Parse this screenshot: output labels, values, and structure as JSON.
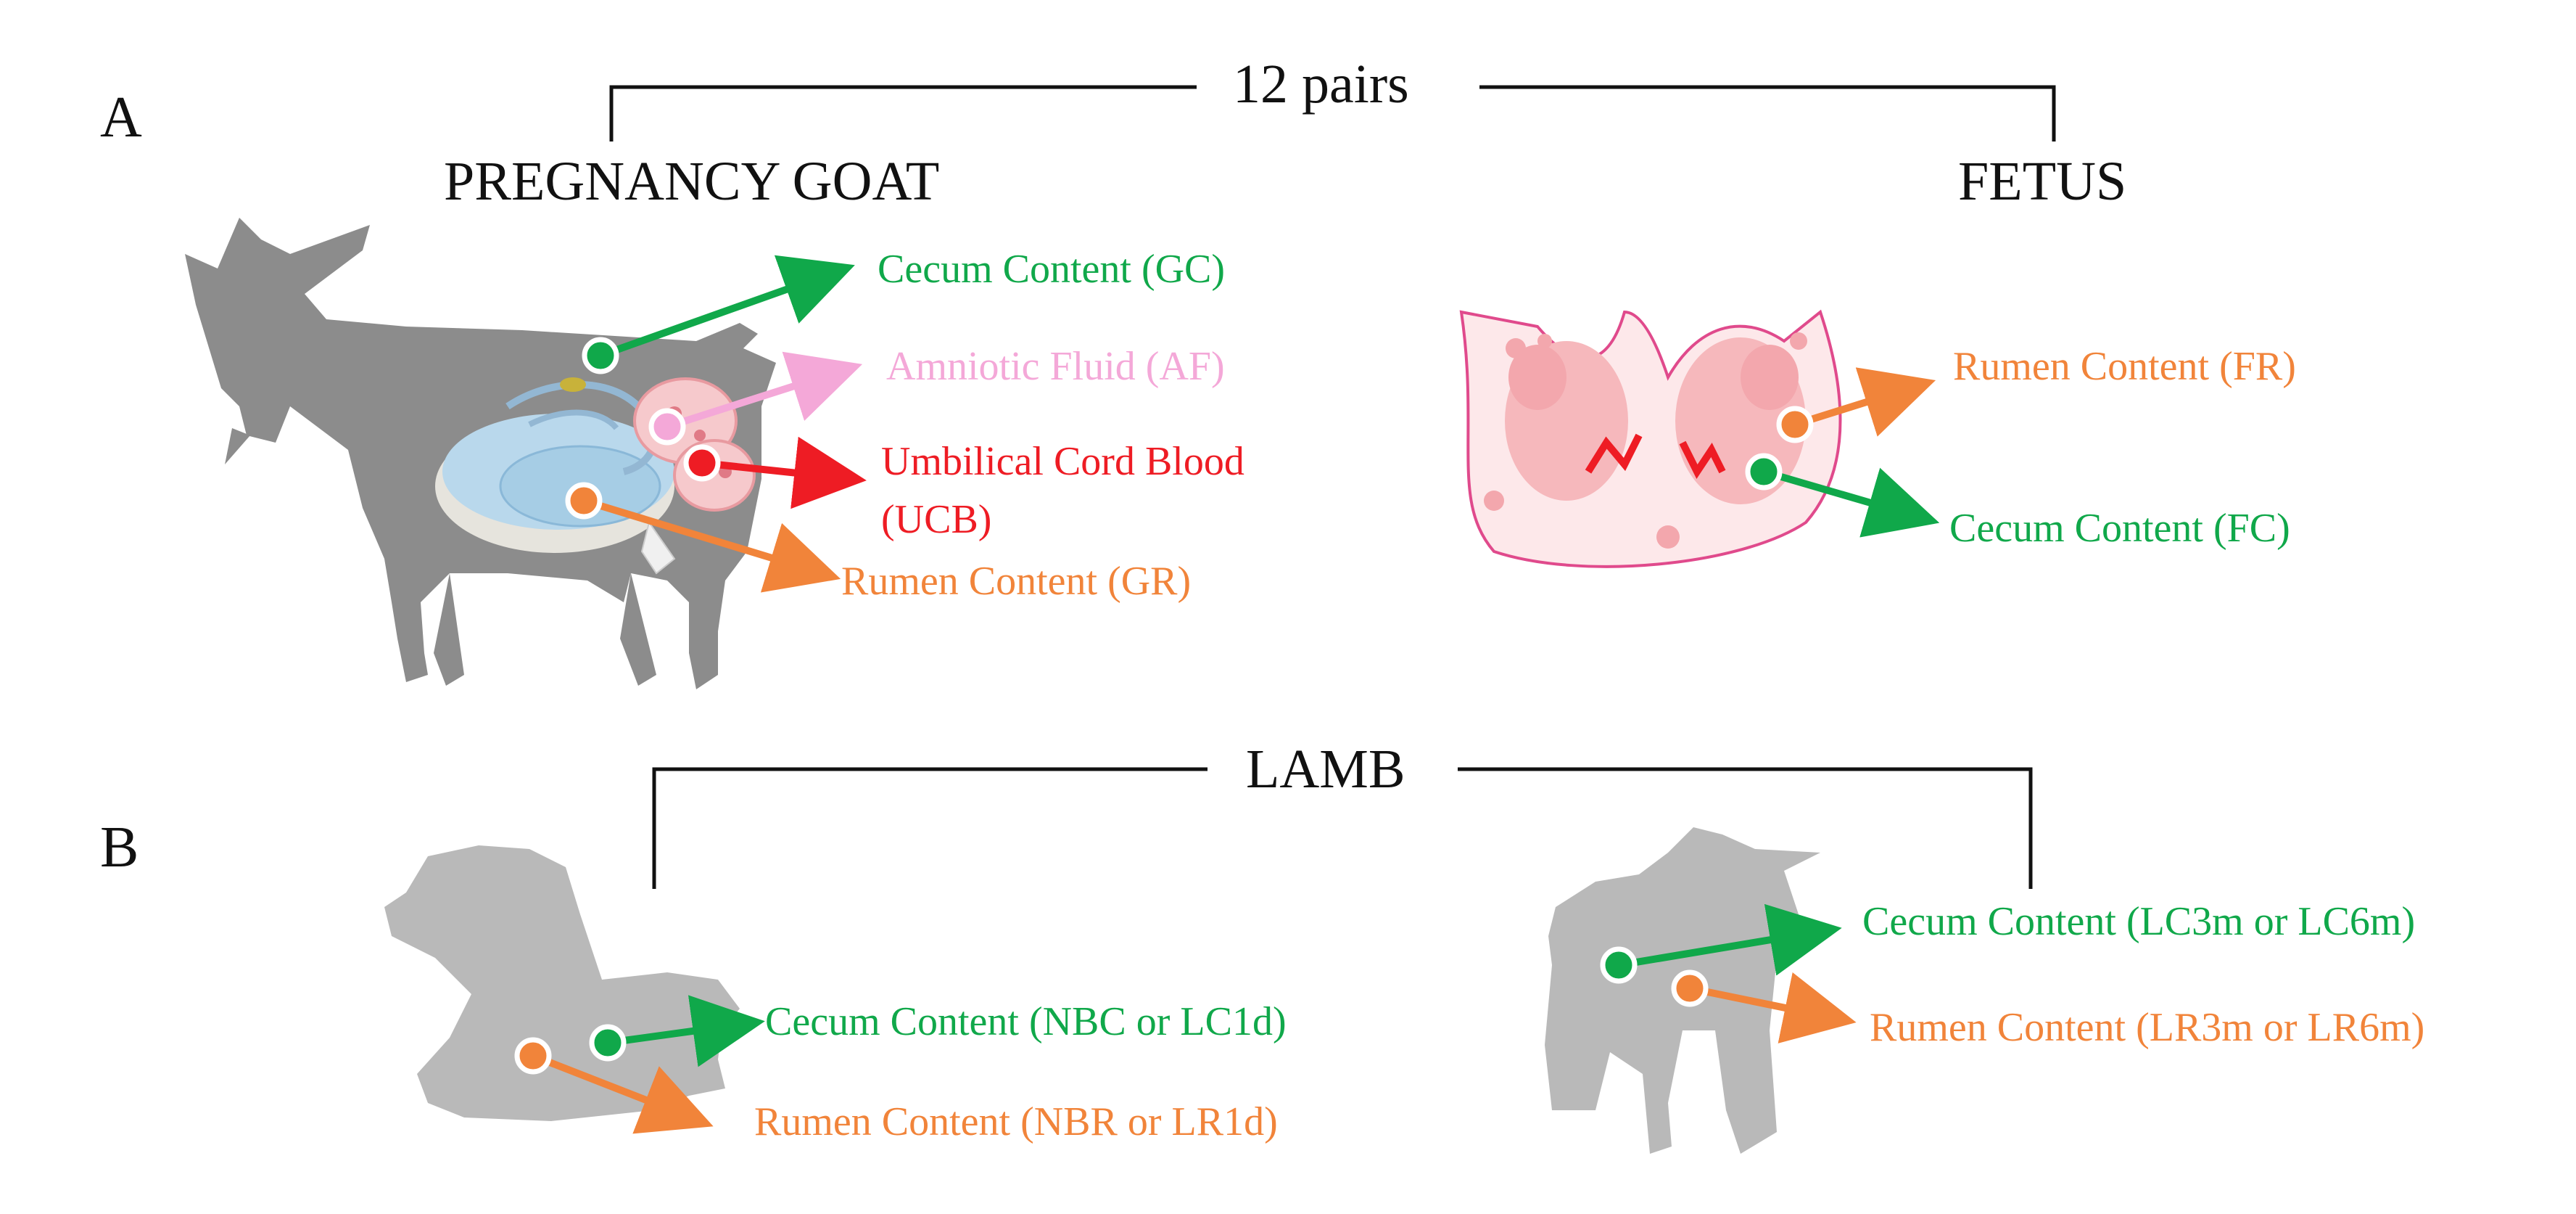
{
  "panelA": {
    "letter": "A",
    "bracket_label": "12 pairs",
    "goat_title": "PREGNANCY GOAT",
    "fetus_title": "FETUS",
    "goat_labels": {
      "cecum": "Cecum Content (GC)",
      "amniotic": "Amniotic Fluid (AF)",
      "ucb_line1": "Umbilical Cord Blood",
      "ucb_line2": "(UCB)",
      "rumen": "Rumen Content (GR)"
    },
    "fetus_labels": {
      "rumen": "Rumen Content (FR)",
      "cecum": "Cecum Content (FC)"
    }
  },
  "panelB": {
    "letter": "B",
    "bracket_label": "LAMB",
    "newborn_labels": {
      "cecum": "Cecum Content (NBC or LC1d)",
      "rumen": "Rumen Content (NBR or LR1d)"
    },
    "older_labels": {
      "cecum": "Cecum Content (LC3m or LC6m)",
      "rumen": "Rumen Content (LR3m or LR6m)"
    }
  },
  "colors": {
    "cecum": "#10a84a",
    "rumen": "#f1843a",
    "blood": "#ee1c24",
    "amniotic": "#f4a8d8",
    "silhouette": "#8c8c8c",
    "lamb": "#b9b9b9"
  }
}
